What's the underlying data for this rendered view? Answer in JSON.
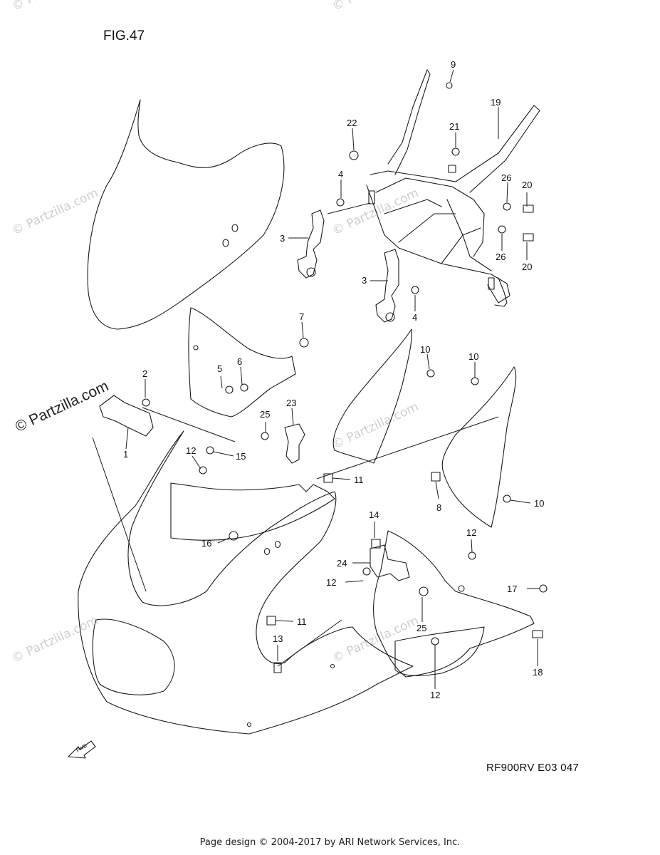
{
  "figure": {
    "title": "FIG.47",
    "code": "RF900RV E03  047"
  },
  "footer": "Page design © 2004-2017 by ARI Network Services, Inc.",
  "watermark": {
    "text": "© Partzilla.com"
  },
  "fwd_label": "FWD",
  "part_labels": {
    "p1": "1",
    "p2": "2",
    "p3a": "3",
    "p3b": "3",
    "p4a": "4",
    "p4b": "4",
    "p5": "5",
    "p6": "6",
    "p7": "7",
    "p8": "8",
    "p9": "9",
    "p10a": "10",
    "p10b": "10",
    "p10c": "10",
    "p11a": "11",
    "p11b": "11",
    "p12a": "12",
    "p12b": "12",
    "p12c": "12",
    "p12d": "12",
    "p13": "13",
    "p14": "14",
    "p15": "15",
    "p16": "16",
    "p17": "17",
    "p18": "18",
    "p19": "19",
    "p20a": "20",
    "p20b": "20",
    "p21": "21",
    "p22": "22",
    "p23": "23",
    "p24": "24",
    "p25a": "25",
    "p25b": "25",
    "p26a": "26",
    "p26b": "26"
  }
}
